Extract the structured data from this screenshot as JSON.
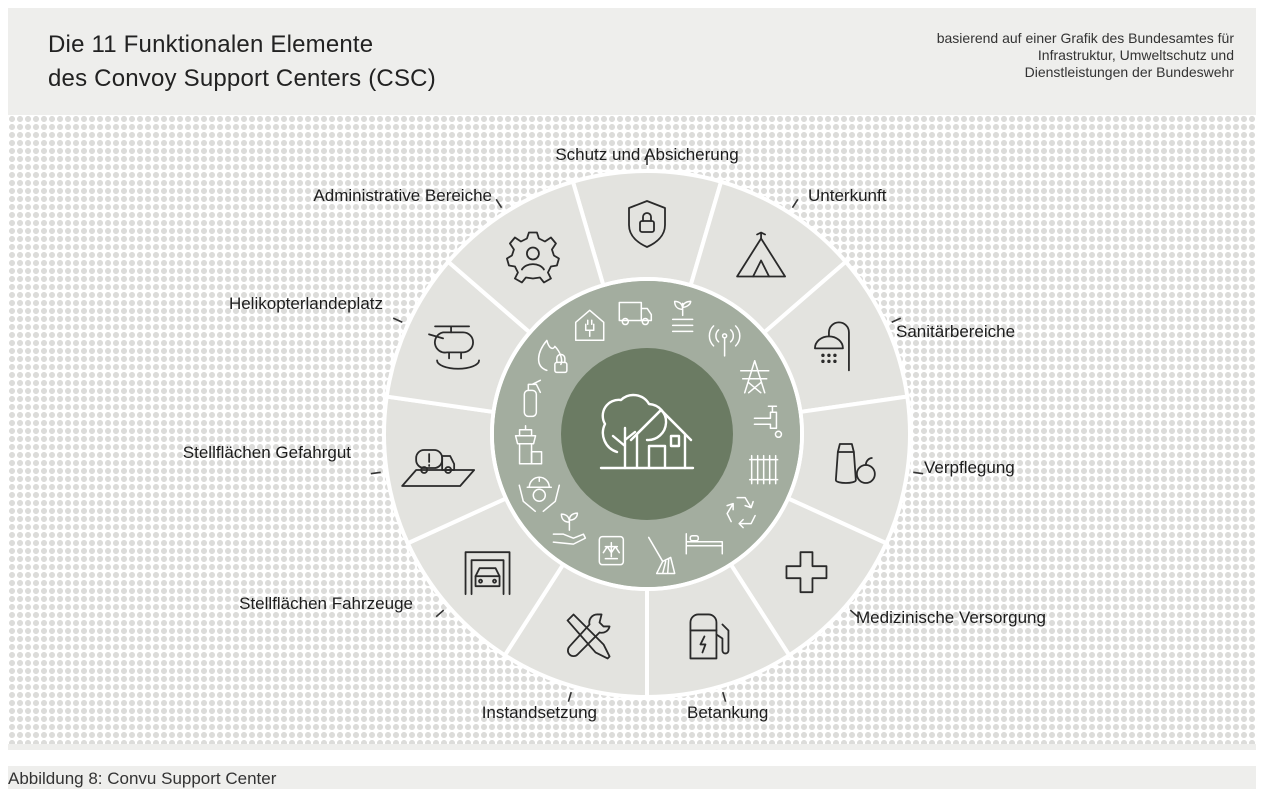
{
  "title": {
    "line1": "Die 11 Funktionalen Elemente",
    "line2": "des Convoy Support Centers (CSC)"
  },
  "source_note": {
    "line1": "basierend auf einer Grafik des Bundesamtes für",
    "line2": "Infrastruktur, Umweltschutz und",
    "line3": "Dienstleistungen der Bundeswehr"
  },
  "colors": {
    "panel_bg": "#eeeeec",
    "outer_ring": "#e3e3df",
    "separator": "#ffffff",
    "middle_ring": "#a3ad9f",
    "center_disc": "#6b7b63",
    "icon_dark": "#2a2a2a",
    "icon_light": "#ffffff"
  },
  "elements": [
    {
      "label": "Schutz und Absicherung",
      "icon": "shield-lock-icon"
    },
    {
      "label": "Unterkunft",
      "icon": "tent-icon"
    },
    {
      "label": "Sanitärbereiche",
      "icon": "shower-icon"
    },
    {
      "label": "Verpflegung",
      "icon": "food-bag-apple-icon"
    },
    {
      "label": "Medizinische Versorgung",
      "icon": "medical-cross-icon"
    },
    {
      "label": "Betankung",
      "icon": "fuel-pump-icon"
    },
    {
      "label": "Instandsetzung",
      "icon": "wrench-screwdriver-icon"
    },
    {
      "label": "Stellflächen Fahrzeuge",
      "icon": "garage-car-icon"
    },
    {
      "label": "Stellflächen Gefahrgut",
      "icon": "hazmat-truck-icon"
    },
    {
      "label": "Helikopterlandeplatz",
      "icon": "helicopter-icon"
    },
    {
      "label": "Administrative Bereiche",
      "icon": "gear-person-icon"
    }
  ],
  "inner_icons": [
    "house-plug-icon",
    "truck-icon",
    "plant-solar-icon",
    "antenna-icon",
    "power-pylon-icon",
    "water-tap-icon",
    "radiator-icon",
    "recycle-icon",
    "bed-icon",
    "broom-icon",
    "scale-icon",
    "hand-plant-icon",
    "hands-worker-icon",
    "control-tower-icon",
    "fire-extinguisher-icon",
    "fire-lock-icon"
  ],
  "center_icon": "tree-house-icon",
  "caption": "Abbildung 8: Convu Support Center"
}
